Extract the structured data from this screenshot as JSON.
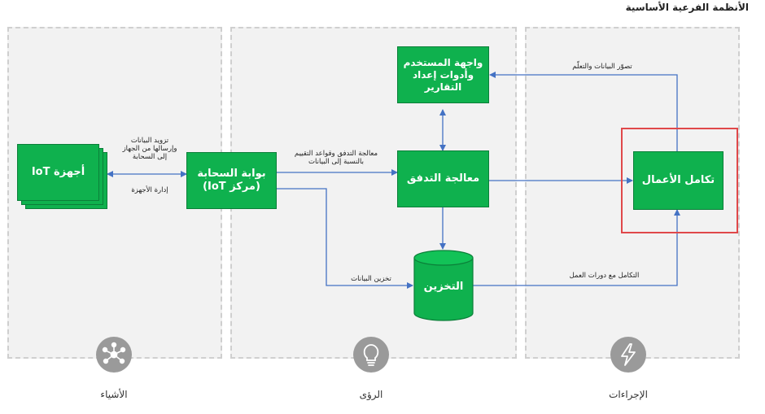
{
  "title": "الأنظمة الفرعية الأساسية",
  "categories": {
    "things": "الأشياء",
    "insights": "الرؤى",
    "actions": "الإجراءات"
  },
  "nodes": {
    "iot_devices": "أجهزة IoT",
    "cloud_gateway_line1": "بوابة السحابة",
    "cloud_gateway_line2": "(مركز IoT)",
    "stream_processing": "معالجة التدفق",
    "ui_reporting_line1": "واجهة المستخدم",
    "ui_reporting_line2": "وأدوات إعداد",
    "ui_reporting_line3": "التقارير",
    "storage": "التخزين",
    "business_integration": "تكامل الأعمال"
  },
  "edge_labels": {
    "provisioning_line1": "تزويد البيانات",
    "provisioning_line2": "وإرسالها من الجهاز",
    "provisioning_line3": "إلى السحابة",
    "device_management": "إدارة الأجهزة",
    "stream_rules_line1": "معالجة التدفق وقواعد التقييم",
    "stream_rules_line2": "بالنسبة إلى البيانات",
    "storage_data": "تخزين البيانات",
    "visualization": "تصوّر البيانات والتعلّم",
    "workflow_integration": "التكامل مع دورات العمل"
  },
  "icons": {
    "things": "network-icon",
    "insights": "lightbulb-icon",
    "actions": "lightning-icon"
  },
  "colors": {
    "node_fill": "#0fb14e",
    "panel_fill": "#f2f2f2",
    "arrow": "#4472c4",
    "highlight": "#e0484a"
  }
}
